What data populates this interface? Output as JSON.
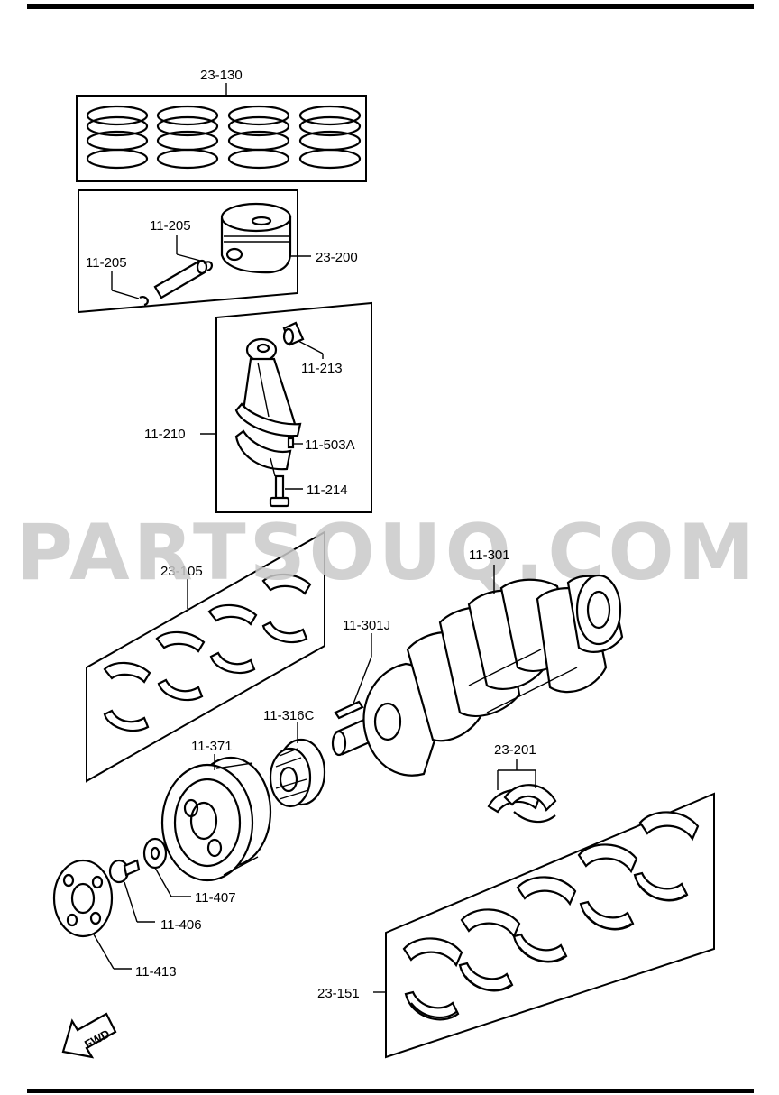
{
  "watermark": "PARTSOUQ.COM",
  "fwd_label": "FWD",
  "callouts": {
    "c23_130": "23-130",
    "c11_205a": "11-205",
    "c11_205b": "11-205",
    "c23_200": "23-200",
    "c11_213": "11-213",
    "c11_210": "11-210",
    "c11_503A": "11-503A",
    "c11_214": "11-214",
    "c23_105": "23-105",
    "c11_301": "11-301",
    "c11_301J": "11-301J",
    "c11_316C": "11-316C",
    "c11_371": "11-371",
    "c23_201": "23-201",
    "c11_407": "11-407",
    "c11_406": "11-406",
    "c11_413": "11-413",
    "c23_151": "23-151"
  }
}
